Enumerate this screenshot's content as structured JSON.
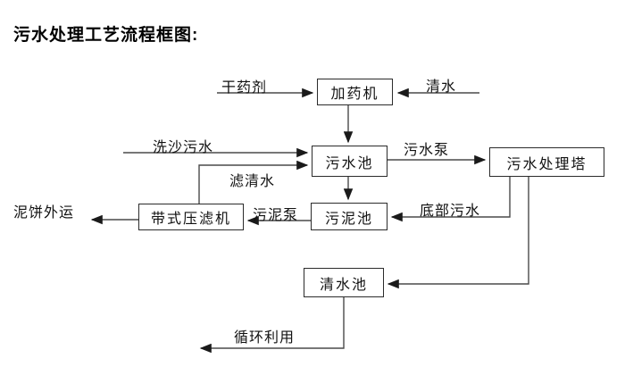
{
  "title": "污水处理工艺流程框图:",
  "nodes": {
    "dosing_machine": "加药机",
    "sewage_pool": "污水池",
    "treatment_tower": "污水处理塔",
    "sludge_pool": "污泥池",
    "belt_filter_press": "带式压滤机",
    "clean_water_pool": "清水池"
  },
  "edge_labels": {
    "dry_agent": "干药剂",
    "clean_water": "清水",
    "sand_washing_sewage": "洗沙污水",
    "filtered_water": "滤清水",
    "sewage_pump": "污水泵",
    "bottom_sewage": "底部污水",
    "sludge_pump": "污泥泵",
    "mud_cake_outbound": "泥饼外运",
    "recycle_use": "循环利用"
  },
  "colors": {
    "line": "#4a4a4a",
    "arrowhead": "#1a1a1a",
    "box_border": "#2b2b2b",
    "text": "#111111",
    "background": "#ffffff"
  }
}
